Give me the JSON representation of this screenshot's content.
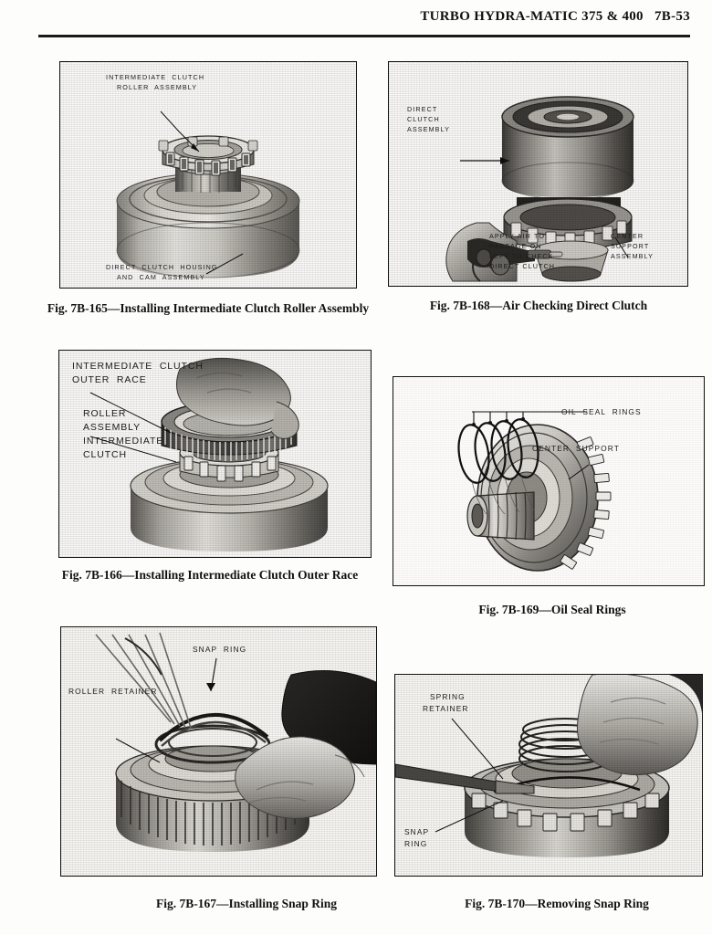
{
  "header": {
    "title": "TURBO HYDRA-MATIC 375 & 400   7B-53"
  },
  "figures": [
    {
      "id": "fig-7b-165",
      "caption": "Fig. 7B-165—Installing Intermediate Clutch Roller Assembly",
      "labels": [
        "INTERMEDIATE  CLUTCH",
        "ROLLER  ASSEMBLY",
        "DIRECT  CLUTCH  HOUSING",
        "AND  CAM  ASSEMBLY"
      ]
    },
    {
      "id": "fig-7b-168",
      "caption": "Fig. 7B-168—Air Checking Direct Clutch",
      "labels": [
        "DIRECT",
        "CLUTCH",
        "ASSEMBLY",
        "APPLY AIR TO",
        "PASSAGE ON",
        "LEFT TO CHECK",
        "DIRECT CLUTCH",
        "CENTER",
        "SUPPORT",
        "ASSEMBLY"
      ]
    },
    {
      "id": "fig-7b-166",
      "caption": "Fig. 7B-166—Installing Intermediate Clutch Outer Race",
      "labels": [
        "INTERMEDIATE  CLUTCH",
        "OUTER  RACE",
        "ROLLER",
        "ASSEMBLY",
        "INTERMEDIATE",
        "CLUTCH"
      ]
    },
    {
      "id": "fig-7b-169",
      "caption": "Fig. 7B-169—Oil Seal Rings",
      "labels": [
        "OIL  SEAL  RINGS",
        "CENTER  SUPPORT"
      ]
    },
    {
      "id": "fig-7b-167",
      "caption": "Fig. 7B-167—Installing Snap Ring",
      "labels": [
        "SNAP  RING",
        "ROLLER  RETAINER"
      ]
    },
    {
      "id": "fig-7b-170",
      "caption": "Fig. 7B-170—Removing Snap Ring",
      "labels": [
        "SPRING",
        "RETAINER",
        "SNAP",
        "RING"
      ]
    }
  ],
  "colors": {
    "ink": "#111111",
    "paper": "#fdfdfb",
    "metal_light": "#d8d6d0",
    "metal_mid": "#8d8a84",
    "metal_dark": "#3a3836"
  }
}
